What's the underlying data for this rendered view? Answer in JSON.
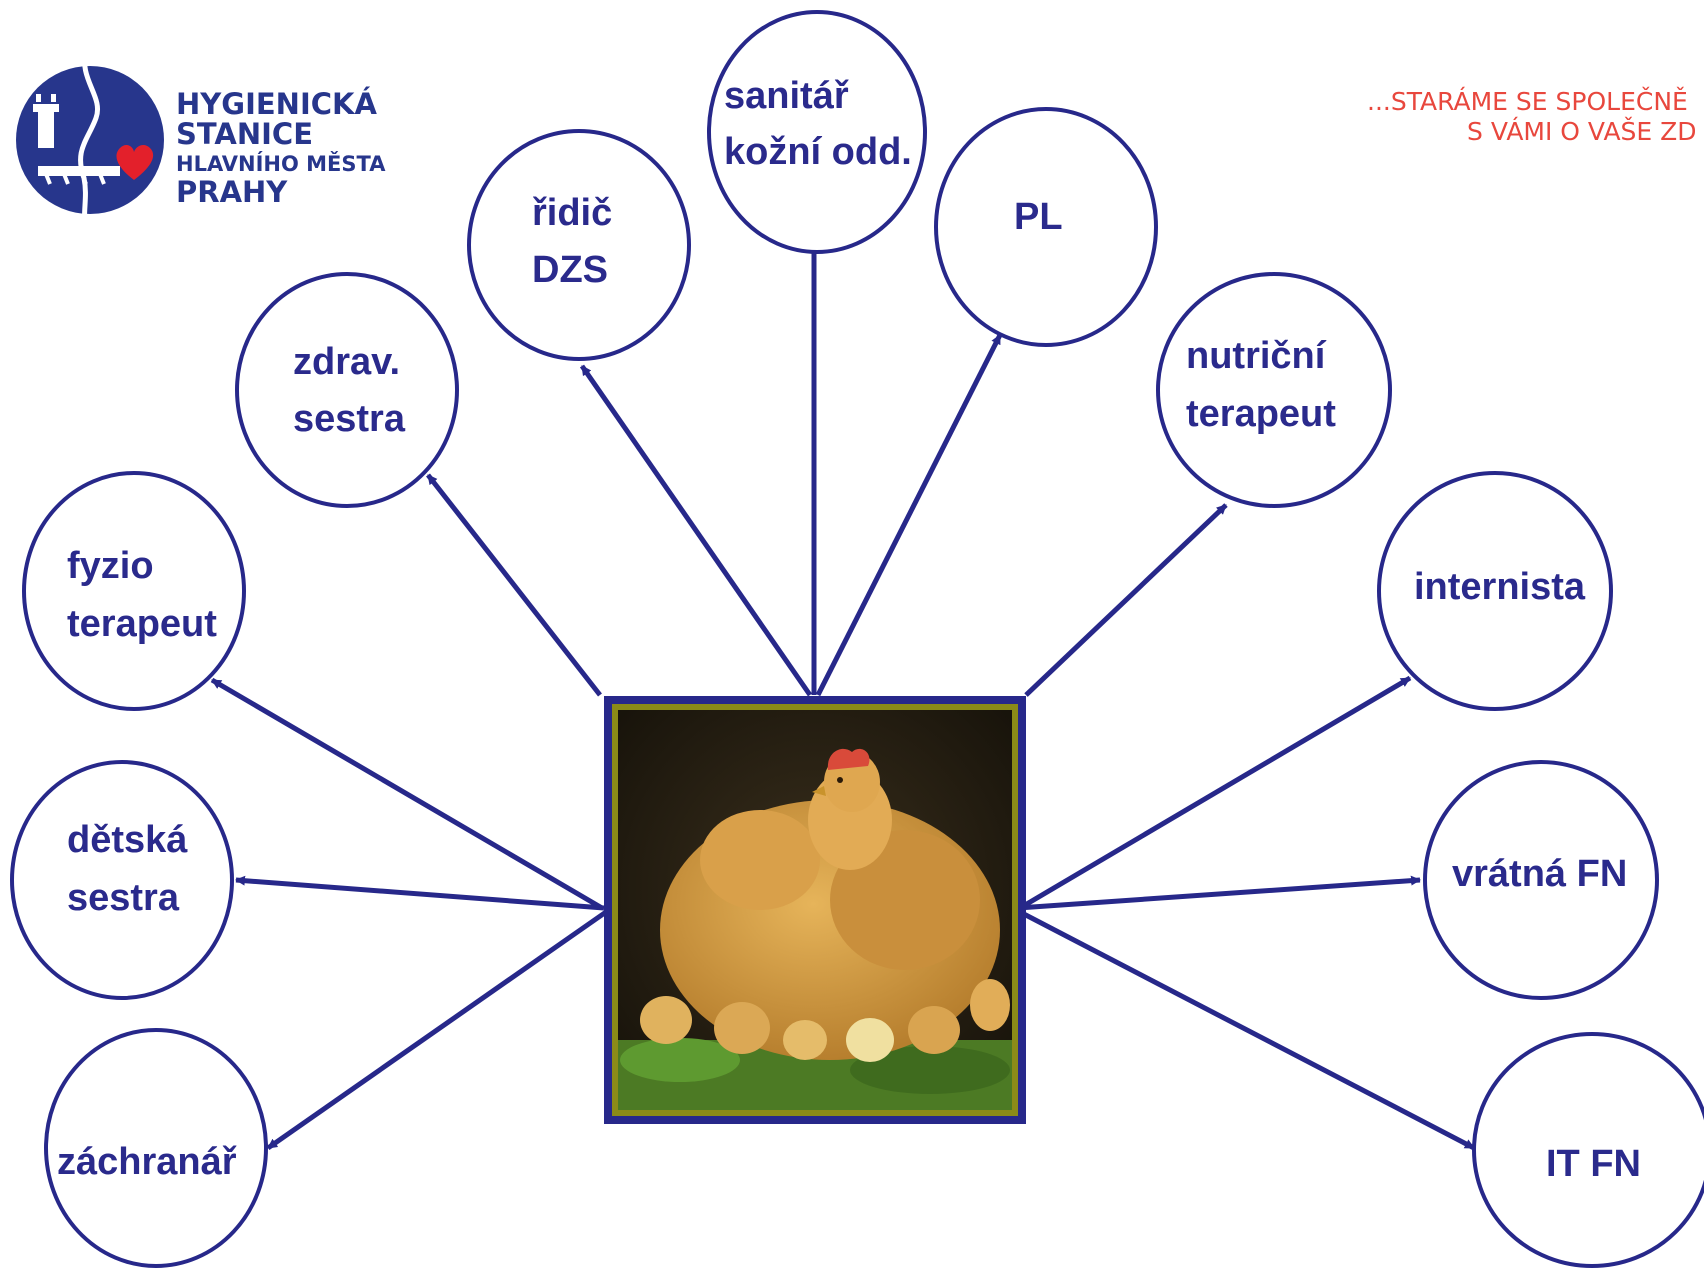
{
  "logo": {
    "lines": [
      "HYGIENICKÁ",
      "STANICE",
      "HLAVNÍHO MĚSTA",
      "PRAHY"
    ]
  },
  "slogan": {
    "line1": "...STARÁME SE SPOLEČNĚ",
    "line2": "S VÁMI O VAŠE ZD"
  },
  "center": {
    "image": "hen-with-chicks-photo"
  },
  "nodes": [
    {
      "id": "sanitar",
      "lines": [
        "sanitář",
        "kožní odd."
      ]
    },
    {
      "id": "ridic",
      "lines": [
        "řidič",
        "DZS"
      ]
    },
    {
      "id": "pl",
      "lines": [
        "PL"
      ]
    },
    {
      "id": "zdrav-sestra",
      "lines": [
        "zdrav.",
        "sestra"
      ]
    },
    {
      "id": "nutricni-terapeut",
      "lines": [
        "nutriční",
        "terapeut"
      ]
    },
    {
      "id": "fyzio-terapeut",
      "lines": [
        "fyzio",
        "terapeut"
      ]
    },
    {
      "id": "internista",
      "lines": [
        "internista"
      ]
    },
    {
      "id": "detska-sestra",
      "lines": [
        "dětská",
        "sestra"
      ]
    },
    {
      "id": "vratna-fn",
      "lines": [
        "vrátná FN"
      ]
    },
    {
      "id": "zachranar",
      "lines": [
        "záchranář"
      ]
    },
    {
      "id": "it-fn",
      "lines": [
        "IT FN"
      ]
    }
  ],
  "colors": {
    "stroke": "#27288a",
    "text": "#2a2a8c",
    "logo_blue": "#27368c",
    "slogan_red": "#e8473d",
    "heart_red": "#e3202b",
    "frame_olive": "#8b8b18"
  }
}
